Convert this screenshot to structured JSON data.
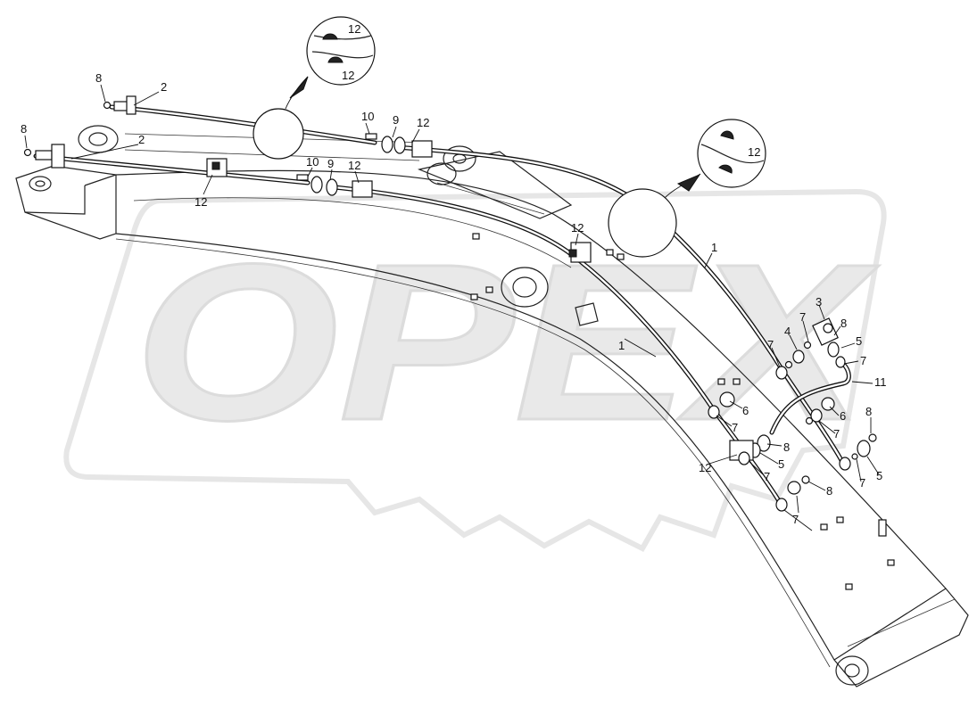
{
  "watermark": {
    "text": "OPEX",
    "color": "#e6e6e6"
  },
  "header_mark": {
    "text": ""
  },
  "labels": [
    {
      "id": "l8a",
      "text": "8"
    },
    {
      "id": "l2a",
      "text": "2"
    },
    {
      "id": "l8b",
      "text": "8"
    },
    {
      "id": "l2b",
      "text": "2"
    },
    {
      "id": "l12a",
      "text": "12"
    },
    {
      "id": "l12b",
      "text": "12"
    },
    {
      "id": "l12c",
      "text": "12"
    },
    {
      "id": "l10a",
      "text": "10"
    },
    {
      "id": "l9a",
      "text": "9"
    },
    {
      "id": "l12d",
      "text": "12"
    },
    {
      "id": "l10b",
      "text": "10"
    },
    {
      "id": "l9b",
      "text": "9"
    },
    {
      "id": "l12e",
      "text": "12"
    },
    {
      "id": "l12f",
      "text": "12"
    },
    {
      "id": "l12g",
      "text": "12"
    },
    {
      "id": "l1a",
      "text": "1"
    },
    {
      "id": "l1b",
      "text": "1"
    },
    {
      "id": "l3",
      "text": "3"
    },
    {
      "id": "l7a",
      "text": "7"
    },
    {
      "id": "l8c",
      "text": "8"
    },
    {
      "id": "l7b",
      "text": "7"
    },
    {
      "id": "l4",
      "text": "4"
    },
    {
      "id": "l5a",
      "text": "5"
    },
    {
      "id": "l7c",
      "text": "7"
    },
    {
      "id": "l11",
      "text": "11"
    },
    {
      "id": "l6a",
      "text": "6"
    },
    {
      "id": "l6b",
      "text": "6"
    },
    {
      "id": "l7d",
      "text": "7"
    },
    {
      "id": "l8d",
      "text": "8"
    },
    {
      "id": "l7e",
      "text": "7"
    },
    {
      "id": "l8e",
      "text": "8"
    },
    {
      "id": "l5b",
      "text": "5"
    },
    {
      "id": "l12h",
      "text": "12"
    },
    {
      "id": "l5c",
      "text": "5"
    },
    {
      "id": "l7f",
      "text": "7"
    },
    {
      "id": "l7g",
      "text": "7"
    },
    {
      "id": "l8f",
      "text": "8"
    },
    {
      "id": "l7h",
      "text": "7"
    }
  ]
}
